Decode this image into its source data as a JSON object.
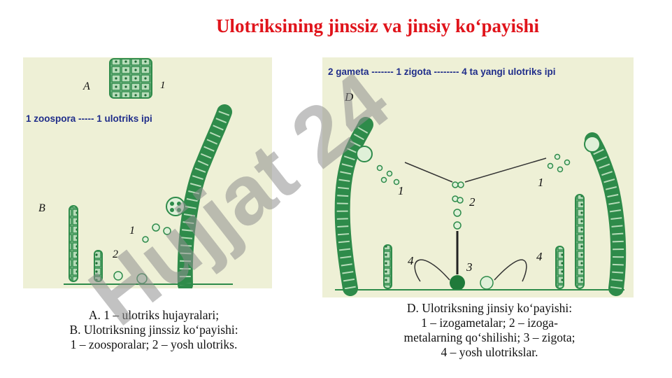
{
  "title": "Ulotriksining jinssiz va jinsiy ko‘payishi",
  "left_panel": {
    "overlay_text": "1 zoospora ----- 1 ulotriks ipi",
    "labels": {
      "a": "A",
      "a1": "1",
      "b": "B",
      "b1": "1",
      "b2": "2"
    }
  },
  "right_panel": {
    "overlay_text": "2 gameta ------- 1 zigota -------- 4 ta yangi ulotriks ipi",
    "labels": {
      "d": "D",
      "left1": "1",
      "right1": "1",
      "two": "2",
      "three": "3",
      "left4": "4",
      "right4": "4"
    }
  },
  "caption_left": {
    "line1": "A. 1 – ulotriks hujayralari;",
    "line2": "B. Ulotriksning jinssiz ko‘payishi:",
    "line3": "1 – zoosporalar; 2 – yosh ulotriks."
  },
  "caption_right": {
    "line1": "D. Ulotriksning jinsiy ko‘payishi:",
    "line2": "1 – izogametalar; 2 – izoga-",
    "line3": "metalarning qo‘shilishi; 3 – zigota;",
    "line4": "4 – yosh ulotrikslar."
  },
  "watermark": "Hujjat 24",
  "colors": {
    "title": "#e0141b",
    "overlay_text": "#1f2d8a",
    "filament": "#2e8b4a",
    "panel_bg": "#eef0d6",
    "watermark": "#9a9a9a"
  }
}
